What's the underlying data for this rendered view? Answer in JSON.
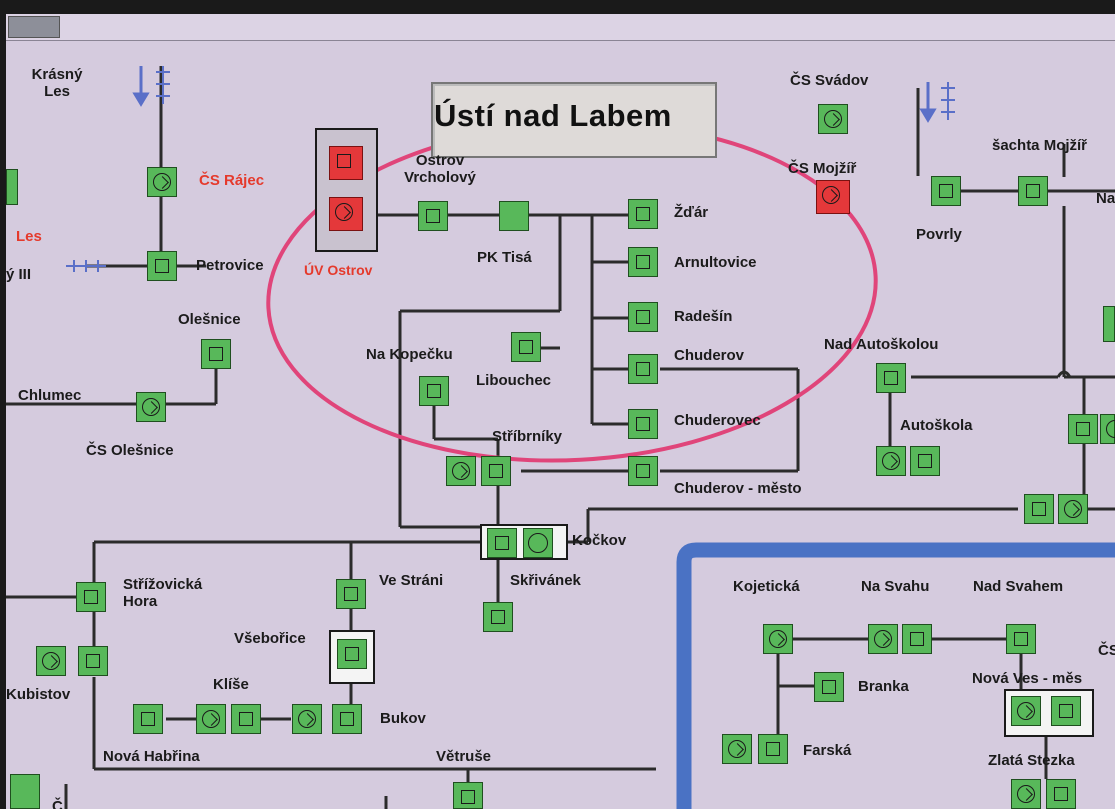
{
  "title": "Ústí nad Labem",
  "labels": {
    "krasny_les": "Krásný Les",
    "cs_rajec": "ČS Rájec",
    "petrovice": "Petrovice",
    "les": "Les",
    "y_iii": "ý III",
    "olesnice": "Olešnice",
    "chlumec": "Chlumec",
    "cs_olesnice": "ČS Olešnice",
    "ostrov_vrcholovy": "Ostrov Vrcholový",
    "uv_ostrov": "ÚV Ostrov",
    "pk_tisa": "PK Tisá",
    "zdar": "Žďár",
    "arnultovice": "Arnultovice",
    "radesin": "Radešín",
    "chuderov": "Chuderov",
    "chuderovec": "Chuderovec",
    "na_kopecku": "Na Kopečku",
    "libouchec": "Libouchec",
    "stribrniky": "Stříbrníky",
    "chuderov_mesto": "Chuderov - město",
    "kockov": "Kočkov",
    "skrivanek": "Skřivánek",
    "cs_svadov": "ČS Svádov",
    "cs_mojzir": "ČS Mojžíř",
    "sachta_mojzir": "šachta Mojžíř",
    "na": "Na",
    "povrly": "Povrly",
    "nad_autoskolou": "Nad Autoškolou",
    "autoskola": "Autoškola",
    "strizovicka_hora": "Střížovická Hora",
    "kubistov": "Kubistov",
    "ve_strani": "Ve Stráni",
    "vseborice": "Všebořice",
    "klise": "Klíše",
    "bukov": "Bukov",
    "nova_habrina": "Nová Habřina",
    "vetruse": "Větruše",
    "kojeticka": "Kojetická",
    "na_svahu": "Na Svahu",
    "nad_svahem": "Nad Svahem",
    "cs_edge": "ČS",
    "branka": "Branka",
    "nova_ves_mesto": "Nová Ves - měs",
    "farska": "Farská",
    "zlata_stezka": "Zlatá Stezka",
    "bottom_cut": "Č"
  },
  "colors": {
    "background": "#d5cbde",
    "node_green": "#58b85a",
    "node_red": "#e4383a",
    "label_red": "#e53a2c",
    "pipe": "#2b2b2b",
    "river": "#4a72c4",
    "annotation_ellipse": "#e0457a",
    "tap_icon": "#5a6fc8"
  }
}
